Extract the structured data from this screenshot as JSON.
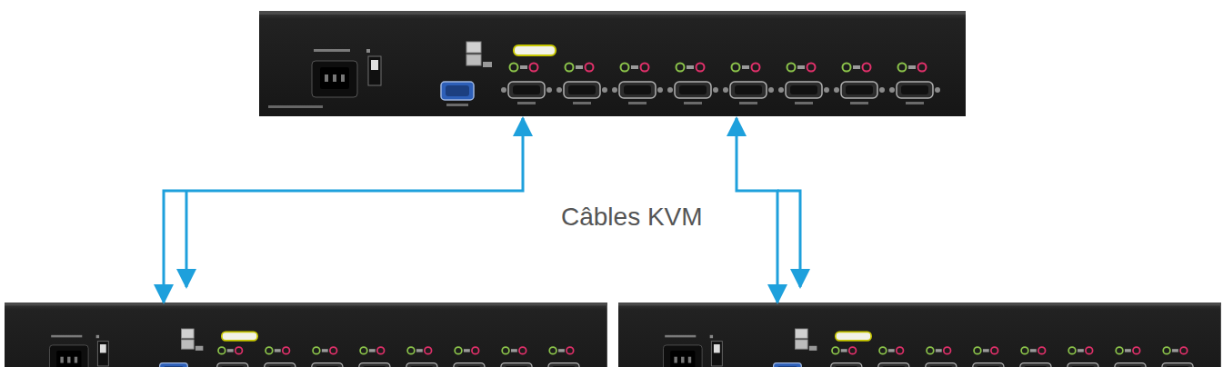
{
  "diagram": {
    "nodes": [
      {
        "text": []
      },
      {
        "text": []
      },
      {
        "text": []
      }
    ],
    "edges": [
      {
        "from": 0,
        "to": 1,
        "arrow": "both"
      },
      {
        "from": 0,
        "to": 2,
        "arrow": "both"
      }
    ],
    "labels": [
      "Câbles KVM"
    ]
  }
}
